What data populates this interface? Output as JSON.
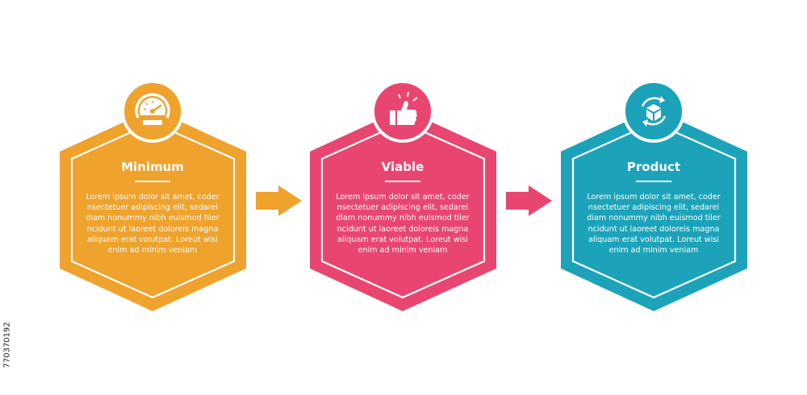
{
  "steps": [
    {
      "title": "Minimum",
      "body": "Lorem ipsum dolor sit amet, coder\nnsectetuer adipiscing elit, sedarei\ndiam nonummy nibh euismod tiler\nncidunt ut laoreet doloreis magna\naliquam erat volutpat. Loreut wisi\nenim ad minim veniam",
      "color": "#EFA22C",
      "icon": "speedometer-icon"
    },
    {
      "title": "Viable",
      "body": "Lorem ipsum dolor sit amet, coder\nnsectetuer adipiscing elit, sedarei\ndiam nonummy nibh euismod tiler\nncidunt ut laoreet doloreis magna\naliquam erat volutpat. Loreut wisi\nenim ad minim veniam",
      "color": "#E84671",
      "icon": "thumbs-up-icon"
    },
    {
      "title": "Product",
      "body": "Lorem ipsum dolor sit amet, coder\nnsectetuer adipiscing elit, sedarei\ndiam nonummy nibh euismod tiler\nncidunt ut laoreet doloreis magna\naliquam erat volutpat. Loreut wisi\nenim ad minim veniam",
      "color": "#1CA3B9",
      "icon": "box-cycle-icon"
    }
  ],
  "arrows": [
    {
      "color": "#EFA22C"
    },
    {
      "color": "#E84671"
    }
  ],
  "side_code": "770370192"
}
